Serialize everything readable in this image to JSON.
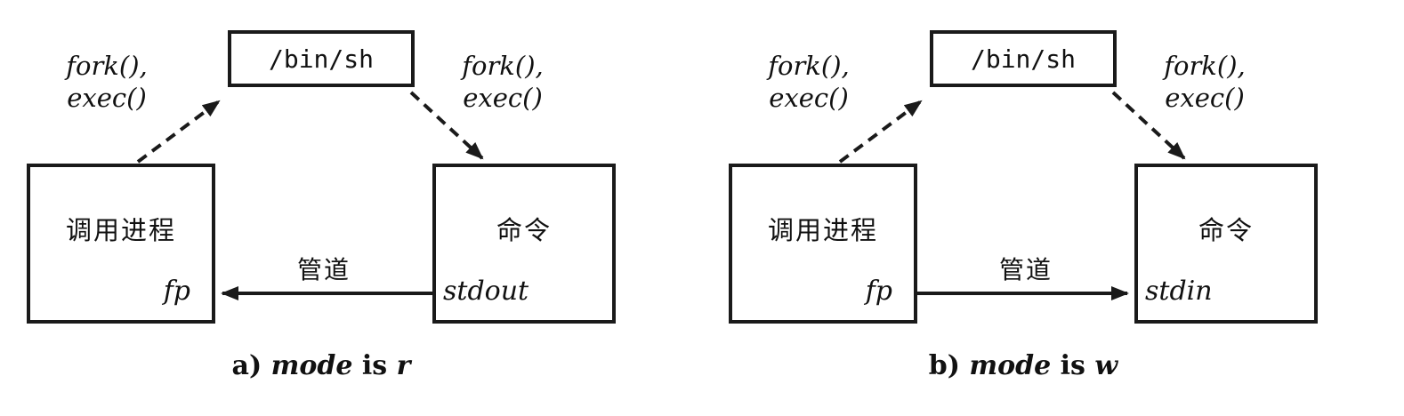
{
  "figure": {
    "background": "#ffffff",
    "line_color": "#1a1a1a"
  },
  "diagrams": [
    {
      "shell_label": "/bin/sh",
      "caller_label": "调用进程",
      "caller_handle": "fp",
      "command_label": "命令",
      "command_handle": "stdout",
      "fork_exec_left": "fork(),\nexec()",
      "fork_exec_right": "fork(),\nexec()",
      "pipe_label": "管道",
      "caption": {
        "index": "a)",
        "var": "mode",
        "verb": "is",
        "value": "r"
      }
    },
    {
      "shell_label": "/bin/sh",
      "caller_label": "调用进程",
      "caller_handle": "fp",
      "command_label": "命令",
      "command_handle": "stdin",
      "fork_exec_left": "fork(),\nexec()",
      "fork_exec_right": "fork(),\nexec()",
      "pipe_label": "管道",
      "caption": {
        "index": "b)",
        "var": "mode",
        "verb": "is",
        "value": "w"
      }
    }
  ]
}
